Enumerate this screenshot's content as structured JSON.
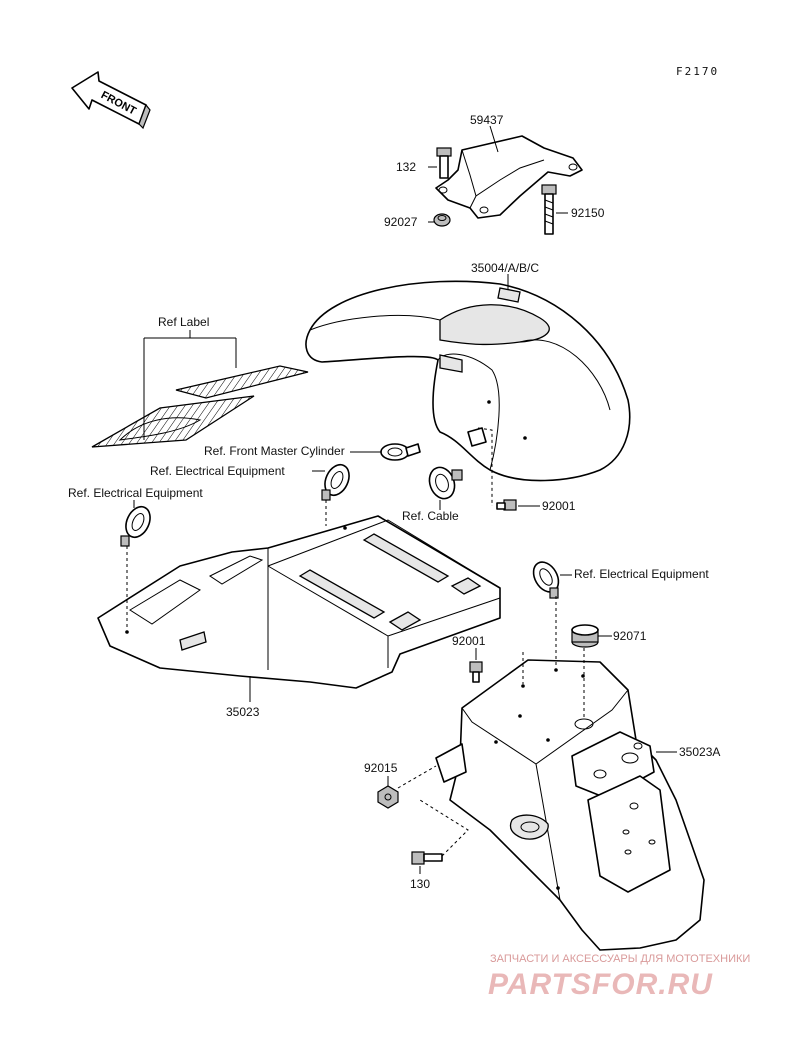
{
  "diagram_code": "F2170",
  "front_arrow_label": "FRONT",
  "parts": {
    "p59437": "59437",
    "p132": "132",
    "p92027": "92027",
    "p92150": "92150",
    "p35004": "35004/A/B/C",
    "ref_label": "Ref Label",
    "ref_front_master": "Ref. Front Master Cylinder",
    "ref_electrical_1": "Ref. Electrical Equipment",
    "ref_electrical_2": "Ref. Electrical Equipment",
    "ref_cable": "Ref. Cable",
    "p92001_a": "92001",
    "ref_electrical_3": "Ref. Electrical Equipment",
    "p92071": "92071",
    "p92001_b": "92001",
    "p35023": "35023",
    "p35023A": "35023A",
    "p92015": "92015",
    "p130": "130"
  },
  "watermark": {
    "line1": "ЗАПЧАСТИ И АКСЕССУАРЫ ДЛЯ МОТОТЕХНИКИ",
    "line2": "PARTSFOR.RU"
  }
}
